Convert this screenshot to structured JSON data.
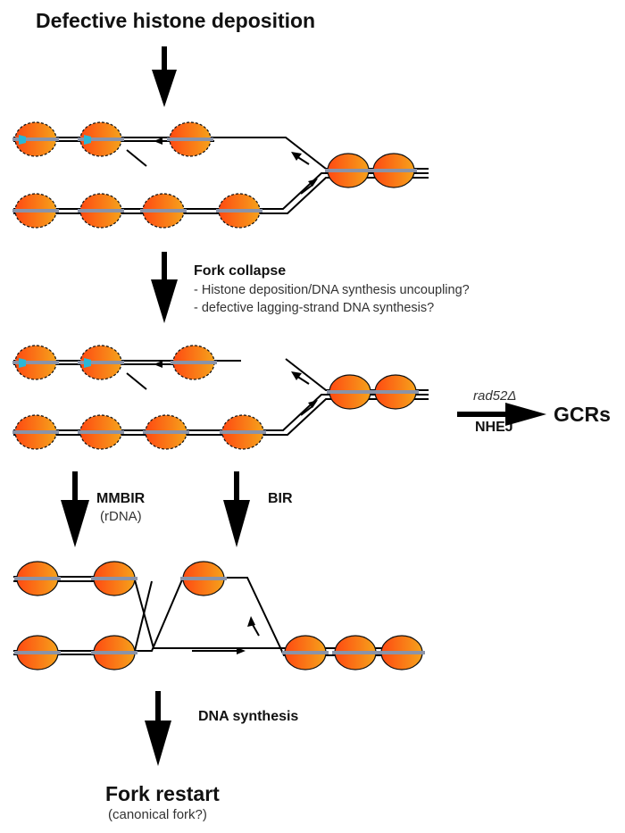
{
  "title": "Defective histone deposition",
  "fork_collapse": {
    "label": "Fork collapse",
    "note1": "- Histone deposition/DNA synthesis uncoupling?",
    "note2": "- defective lagging-strand DNA synthesis?"
  },
  "side_path": {
    "gene": "rad52Δ",
    "outcome": "GCRs",
    "mechanism": "NHEJ"
  },
  "mmbir": {
    "label": "MMBIR",
    "sub": "(rDNA)"
  },
  "bir": {
    "label": "BIR"
  },
  "synthesis": {
    "label": "DNA synthesis"
  },
  "restart": {
    "label": "Fork restart",
    "sub": "(canonical fork?)"
  },
  "colors": {
    "nucleosome_start": "#ff4a12",
    "nucleosome_end": "#f5a21b",
    "histone_band": "#8a93a8",
    "marker": "#2bb7d6",
    "line": "#000000"
  }
}
